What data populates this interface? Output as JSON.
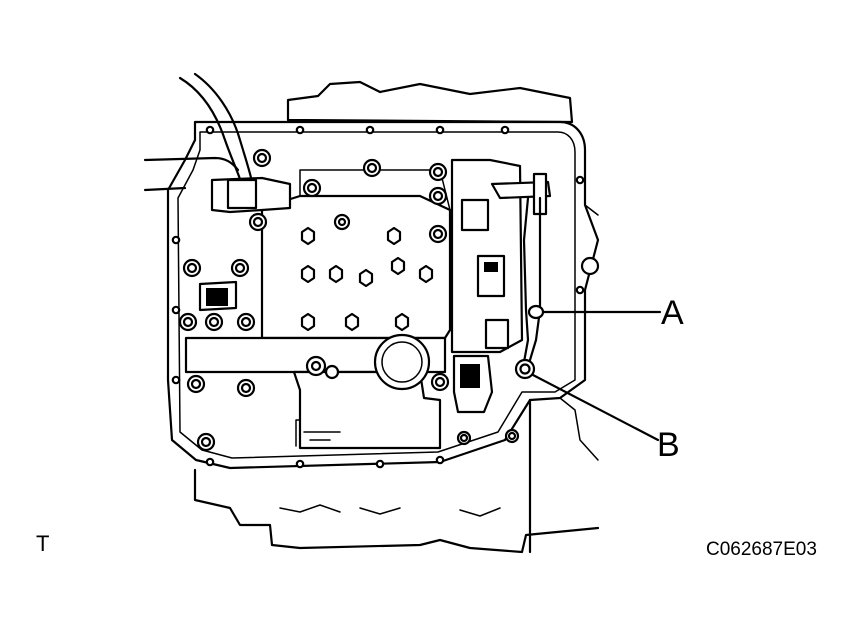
{
  "callouts": {
    "a": "A",
    "b": "B"
  },
  "corner_mark": "T",
  "figure_code": "C062687E03",
  "colors": {
    "ink": "#000000",
    "paper": "#ffffff"
  }
}
